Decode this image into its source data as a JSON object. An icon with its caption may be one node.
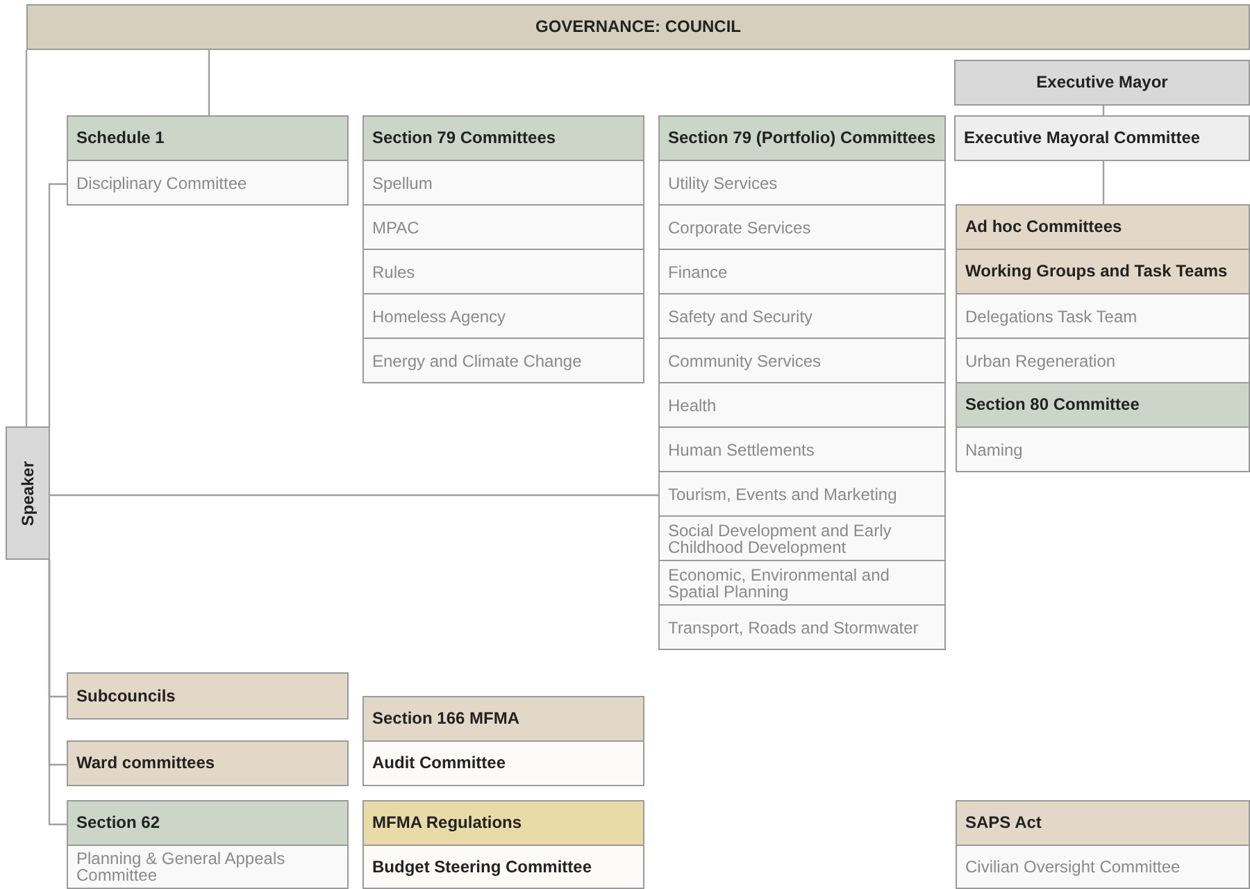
{
  "diagram": {
    "nodes": [
      {
        "text": [
          "GOVERNANCE: COUNCIL"
        ]
      },
      {
        "text": [
          "Executive Mayor"
        ]
      },
      {
        "text": [
          "Schedule 1"
        ]
      },
      {
        "text": [
          "Disciplinary Committee"
        ]
      },
      {
        "text": [
          "Section 79 Committees"
        ]
      },
      {
        "text": [
          "Spellum"
        ]
      },
      {
        "text": [
          "MPAC"
        ]
      },
      {
        "text": [
          "Rules"
        ]
      },
      {
        "text": [
          "Homeless Agency"
        ]
      },
      {
        "text": [
          "Energy and Climate Change"
        ]
      },
      {
        "text": [
          "Section 79 (Portfolio) Committees"
        ]
      },
      {
        "text": [
          "Utility Services"
        ]
      },
      {
        "text": [
          "Corporate Services"
        ]
      },
      {
        "text": [
          "Finance"
        ]
      },
      {
        "text": [
          "Safety and Security"
        ]
      },
      {
        "text": [
          "Community Services"
        ]
      },
      {
        "text": [
          "Health"
        ]
      },
      {
        "text": [
          "Human Settlements"
        ]
      },
      {
        "text": [
          "Tourism, Events and Marketing"
        ]
      },
      {
        "text": [
          "Social Development and Early Childhood Development"
        ]
      },
      {
        "text": [
          "Economic, Environmental and Spatial Planning"
        ]
      },
      {
        "text": [
          "Transport, Roads and Stormwater"
        ]
      },
      {
        "text": [
          "Executive Mayoral Committee"
        ]
      },
      {
        "text": [
          "Ad hoc Committees"
        ]
      },
      {
        "text": [
          "Working Groups and Task Teams"
        ]
      },
      {
        "text": [
          "Delegations Task Team"
        ]
      },
      {
        "text": [
          "Urban Regeneration"
        ]
      },
      {
        "text": [
          "Section 80 Committee"
        ]
      },
      {
        "text": [
          "Naming"
        ]
      },
      {
        "text": [
          "Speaker"
        ]
      },
      {
        "text": [
          "Subcouncils"
        ]
      },
      {
        "text": [
          "Section 166 MFMA"
        ]
      },
      {
        "text": [
          "Audit Committee"
        ]
      },
      {
        "text": [
          "Ward committees"
        ]
      },
      {
        "text": [
          "Section 62"
        ]
      },
      {
        "text": [
          "Planning & General Appeals Committee"
        ]
      },
      {
        "text": [
          "MFMA Regulations"
        ]
      },
      {
        "text": [
          "Budget Steering Committee"
        ]
      },
      {
        "text": [
          "SAPS Act"
        ]
      },
      {
        "text": [
          "Civilian Oversight Committee"
        ]
      }
    ],
    "edges": [
      {
        "from": 0,
        "to": 2,
        "arrow": "none"
      },
      {
        "from": 0,
        "to": 29,
        "arrow": "none"
      },
      {
        "from": 1,
        "to": 22,
        "arrow": "none"
      },
      {
        "from": 22,
        "to": 23,
        "arrow": "none"
      },
      {
        "from": 29,
        "to": 3,
        "arrow": "none"
      },
      {
        "from": 29,
        "to": 18,
        "arrow": "none"
      },
      {
        "from": 29,
        "to": 30,
        "arrow": "none"
      },
      {
        "from": 29,
        "to": 33,
        "arrow": "none"
      },
      {
        "from": 29,
        "to": 34,
        "arrow": "none"
      }
    ]
  }
}
